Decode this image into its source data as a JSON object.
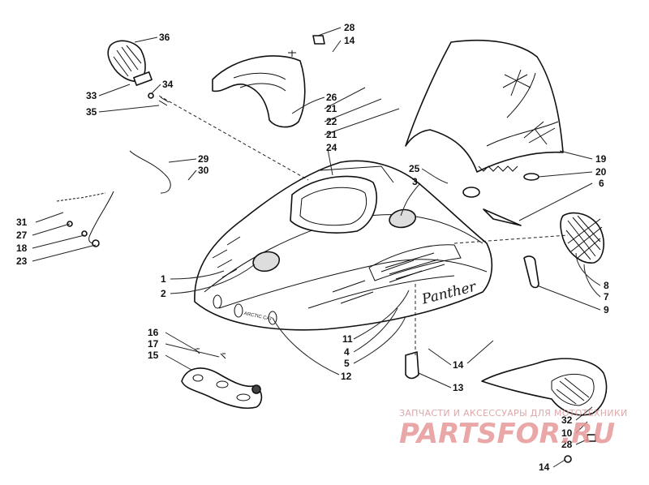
{
  "diagram": {
    "brand_text": "Panther",
    "callouts": [
      {
        "id": "c36",
        "text": "36"
      },
      {
        "id": "c33",
        "text": "33"
      },
      {
        "id": "c34",
        "text": "34"
      },
      {
        "id": "c35",
        "text": "35"
      },
      {
        "id": "c28a",
        "text": "28"
      },
      {
        "id": "c14a",
        "text": "14"
      },
      {
        "id": "c26",
        "text": "26"
      },
      {
        "id": "c21a",
        "text": "21"
      },
      {
        "id": "c22",
        "text": "22"
      },
      {
        "id": "c21b",
        "text": "21"
      },
      {
        "id": "c24",
        "text": "24"
      },
      {
        "id": "c29",
        "text": "29"
      },
      {
        "id": "c30",
        "text": "30"
      },
      {
        "id": "c31",
        "text": "31"
      },
      {
        "id": "c27",
        "text": "27"
      },
      {
        "id": "c18",
        "text": "18"
      },
      {
        "id": "c23",
        "text": "23"
      },
      {
        "id": "c25",
        "text": "25"
      },
      {
        "id": "c3",
        "text": "3"
      },
      {
        "id": "c19",
        "text": "19"
      },
      {
        "id": "c20",
        "text": "20"
      },
      {
        "id": "c6",
        "text": "6"
      },
      {
        "id": "c1",
        "text": "1"
      },
      {
        "id": "c2",
        "text": "2"
      },
      {
        "id": "c8",
        "text": "8"
      },
      {
        "id": "c7",
        "text": "7"
      },
      {
        "id": "c9",
        "text": "9"
      },
      {
        "id": "c16",
        "text": "16"
      },
      {
        "id": "c17",
        "text": "17"
      },
      {
        "id": "c15",
        "text": "15"
      },
      {
        "id": "c11",
        "text": "11"
      },
      {
        "id": "c4",
        "text": "4"
      },
      {
        "id": "c5",
        "text": "5"
      },
      {
        "id": "c12",
        "text": "12"
      },
      {
        "id": "c14b",
        "text": "14"
      },
      {
        "id": "c13",
        "text": "13"
      },
      {
        "id": "c32",
        "text": "32"
      },
      {
        "id": "c10",
        "text": "10"
      },
      {
        "id": "c28b",
        "text": "28"
      },
      {
        "id": "c14c",
        "text": "14"
      }
    ]
  },
  "watermark": {
    "tagline": "ЗАПЧАСТИ И АКСЕССУАРЫ ДЛЯ МОТОТЕХНИКИ",
    "logo": "PARTSFOR.RU"
  },
  "colors": {
    "line": "#111111",
    "watermark": "#e79898"
  }
}
